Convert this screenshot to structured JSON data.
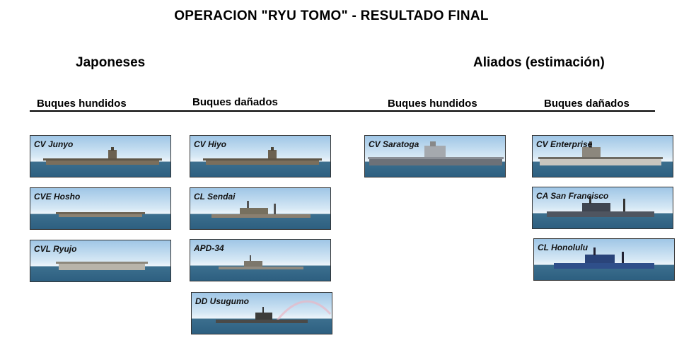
{
  "title": "OPERACION \"RYU TOMO\" - RESULTADO FINAL",
  "japanese": {
    "heading": "Japoneses",
    "sunk_heading": "Buques hundidos",
    "damaged_heading": "Buques dañados",
    "sunk": [
      "CV Junyo",
      "CVE Hosho",
      "CVL Ryujo"
    ],
    "damaged": [
      "CV Hiyo",
      "CL Sendai",
      "APD-34",
      "DD Usugumo"
    ]
  },
  "allied": {
    "heading": "Aliados (estimación)",
    "sunk_heading": "Buques hundidos",
    "damaged_heading": "Buques dañados",
    "sunk": [
      "CV Saratoga"
    ],
    "damaged": [
      "CV Enterprise",
      "CA San Francisco",
      "CL Honolulu"
    ]
  },
  "colors": {
    "sky": "#d6e8f5",
    "sea": "#2d5f80",
    "japanese_hull": "#7a6e5c",
    "allied_hull": "#5c6a7a",
    "honolulu_hull": "#2f4f8a"
  }
}
